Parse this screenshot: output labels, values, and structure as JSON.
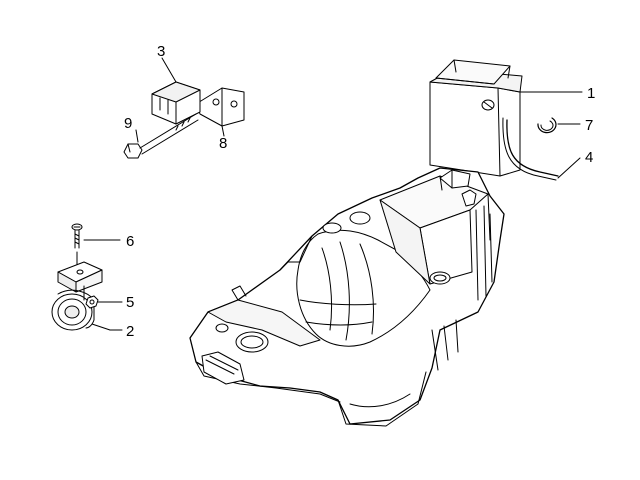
{
  "diagram": {
    "callouts": [
      {
        "label": "1",
        "part": "battery"
      },
      {
        "label": "2",
        "part": "horn-bracket-assembly"
      },
      {
        "label": "3",
        "part": "relay"
      },
      {
        "label": "4",
        "part": "battery-breather-tube"
      },
      {
        "label": "5",
        "part": "nut"
      },
      {
        "label": "6",
        "part": "screw"
      },
      {
        "label": "7",
        "part": "clip-ring"
      },
      {
        "label": "8",
        "part": "relay-bracket"
      },
      {
        "label": "9",
        "part": "bolt"
      }
    ],
    "line_color": "#000000",
    "background": "#ffffff"
  }
}
